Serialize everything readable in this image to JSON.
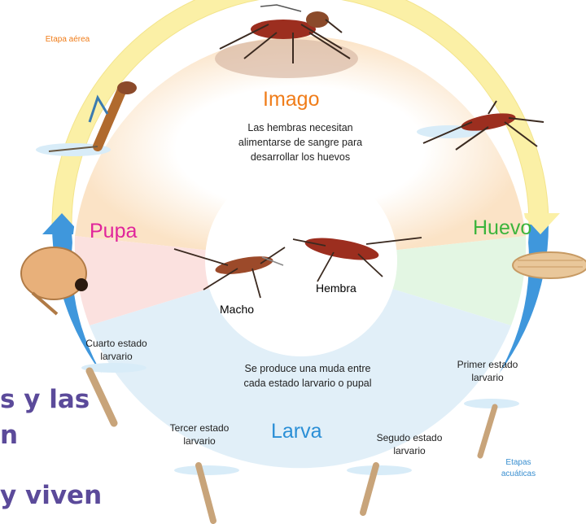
{
  "stages": {
    "imago": {
      "title": "Imago",
      "note": "Las hembras necesitan alimentarse de sangre para desarrollar los huevos",
      "color": "#f07d1a"
    },
    "huevo": {
      "title": "Huevo",
      "color": "#3cb43c"
    },
    "larva": {
      "title": "Larva",
      "note": "Se produce una muda entre cada estado larvario o pupal",
      "color": "#2b8fd6"
    },
    "pupa": {
      "title": "Pupa",
      "color": "#e0259b"
    }
  },
  "center": {
    "male": "Macho",
    "female": "Hembra"
  },
  "larval_stages": {
    "first": "Primer estado larvario",
    "second": "Segudo estado larvario",
    "third": "Tercer estado larvario",
    "fourth": "Cuarto estado larvario"
  },
  "zones": {
    "aerial": {
      "label": "Etapa aérea",
      "color": "#f07d1a"
    },
    "aquatic": {
      "label": "Etapas acuáticas",
      "color": "#3a8fd0"
    }
  },
  "overlay_text": [
    "s y las",
    "n",
    "y viven"
  ],
  "colors": {
    "ring_yellow": "#fbf0a6",
    "ring_blue": "#3f97dc",
    "water": "#d8ecf8"
  }
}
